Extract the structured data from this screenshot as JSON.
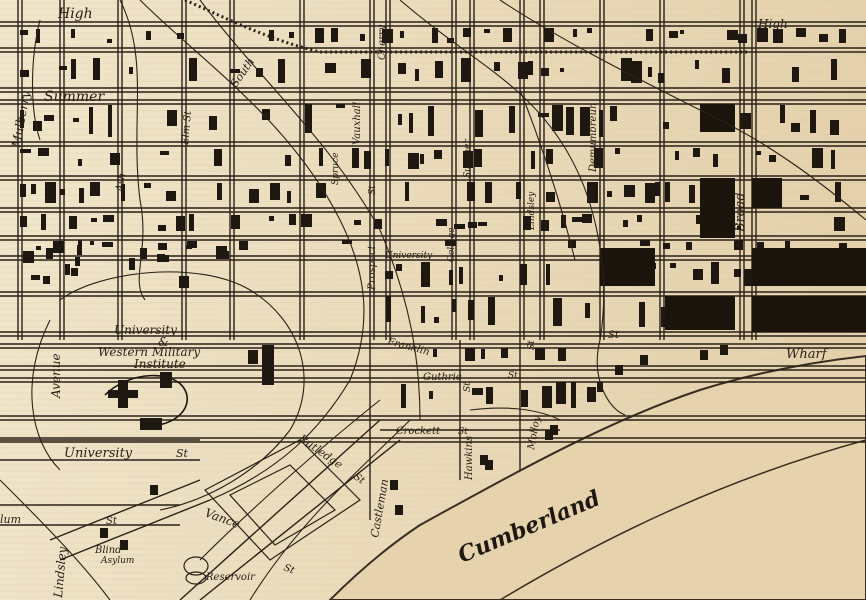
{
  "map": {
    "colors": {
      "paper": "#efe3c8",
      "ink": "#1e1810",
      "water_line": "#3a2e22"
    },
    "labels": {
      "high_w": "High",
      "high_e": "High",
      "summer": "Summer",
      "mulberry": "Mulberry",
      "south": "South",
      "cherry": "Cherry",
      "vauxhall": "Vauxhall",
      "elm_st": "Elm St",
      "ash": "Ash",
      "spruce": "Spruce",
      "summer_cross": "Summer",
      "prospect": "Prospect",
      "st_prospect": "St",
      "university_small": "University",
      "college": "College",
      "lindsley_e": "Lindsley",
      "demumbreun": "Demumbreun",
      "broad": "Broad",
      "st_demumbreun": "St",
      "franklin": "Franklin",
      "guthrie": "Guthrie",
      "st_guthrie": "St",
      "crockett": "Crockett",
      "st_crockett": "St",
      "hawkins": "Hawkins",
      "st_hawkins": "St",
      "molloy": "Molloy",
      "st_molloy": "St",
      "wharf": "Wharf",
      "inst_1": "University",
      "inst_2": "&",
      "inst_3": "Western Military",
      "inst_4": "Institute",
      "avenue": "Avenue",
      "university_st": "University",
      "st_university": "St",
      "rutledge": "Rutledge",
      "st_rutledge": "St",
      "castleman": "Castleman",
      "vance": "Vance",
      "st_vance": "St",
      "asylum_st": "lum",
      "st_asylum": "St",
      "lindsley_w": "Lindsley",
      "blind_1": "Blind",
      "blind_2": "Asylum",
      "reservoir": "Reservoir",
      "cumberland": "Cumberland"
    }
  }
}
